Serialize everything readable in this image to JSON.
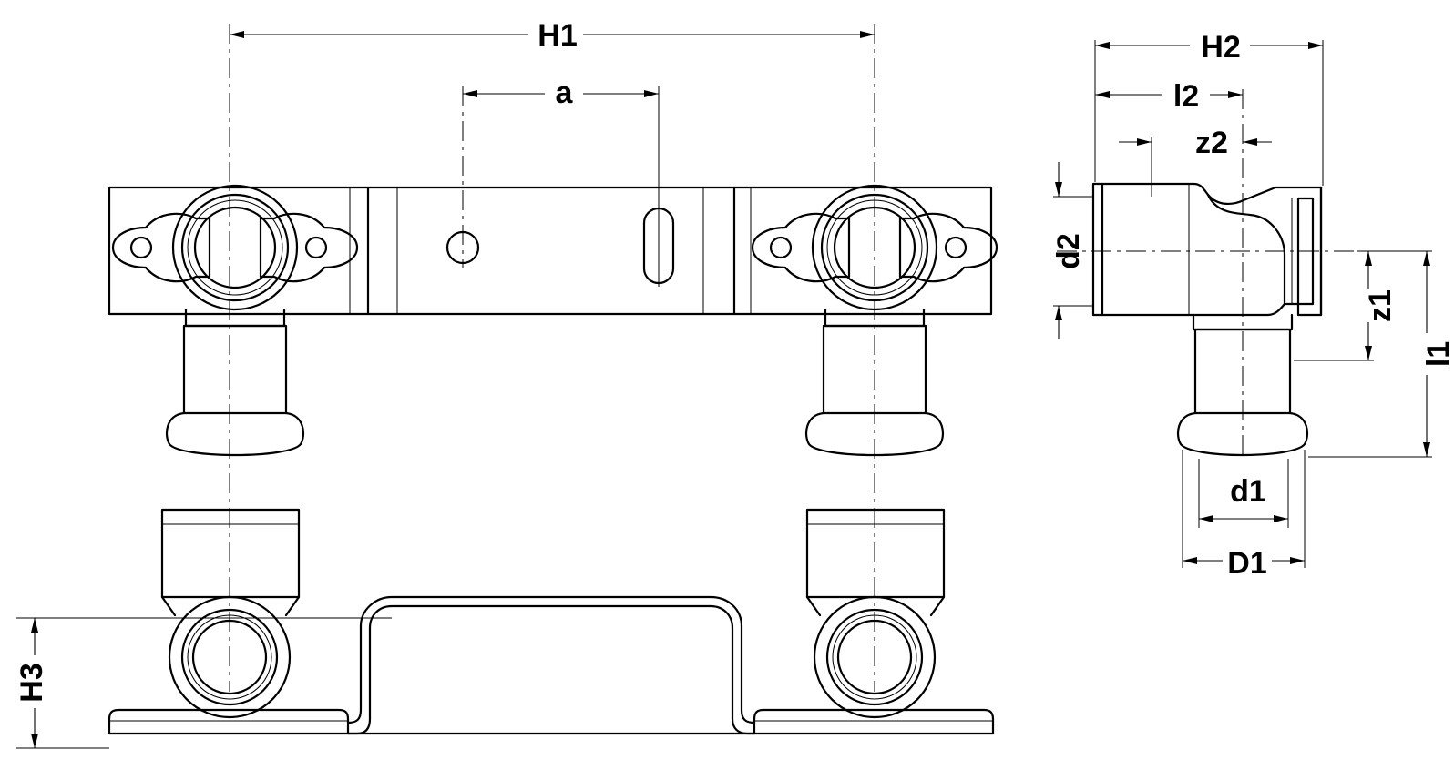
{
  "dimensions": {
    "h1": "H1",
    "a": "a",
    "h2": "H2",
    "l2": "l2",
    "z2": "z2",
    "d2": "d2",
    "z1": "z1",
    "l1": "l1",
    "d1": "d1",
    "D1": "D1",
    "h3": "H3"
  }
}
